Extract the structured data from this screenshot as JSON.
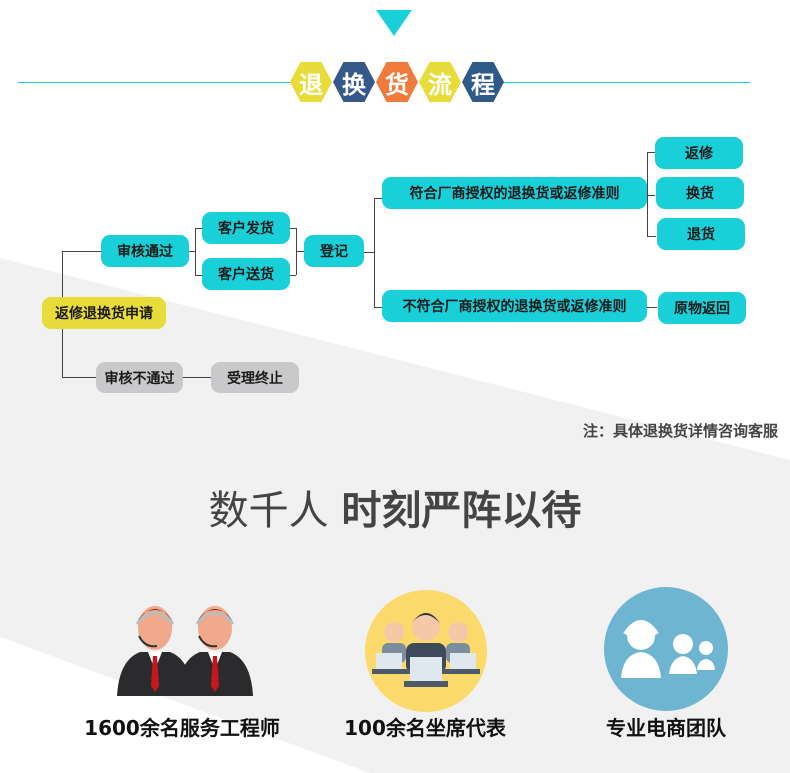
{
  "title_chars": [
    "退",
    "换",
    "货",
    "流",
    "程"
  ],
  "colors": {
    "accent": "#19cfd8",
    "yellow": "#e8dc3a",
    "orange": "#f07a3a",
    "navy": "#355a8a",
    "grey": "#c9c9cb"
  },
  "flow": {
    "apply": "返修退换货申请",
    "approved": "审核通过",
    "rejected": "审核不通过",
    "terminated": "受理终止",
    "customer_ship": "客户发货",
    "customer_deliver": "客户送货",
    "register": "登记",
    "meets_criteria": "符合厂商授权的退换货或返修准则",
    "not_meets_criteria": "不符合厂商授权的退换货或返修准则",
    "repair": "返修",
    "exchange": "换货",
    "refund": "退货",
    "return_original": "原物返回"
  },
  "note": "注：具体退换货详情咨询客服",
  "headline": {
    "light": "数千人",
    "bold": "时刻严阵以待"
  },
  "features": [
    {
      "icon": "engineers-icon",
      "label": "1600余名服务工程师"
    },
    {
      "icon": "call-center-icon",
      "label": "100余名坐席代表"
    },
    {
      "icon": "ecommerce-team-icon",
      "label": "专业电商团队"
    }
  ]
}
